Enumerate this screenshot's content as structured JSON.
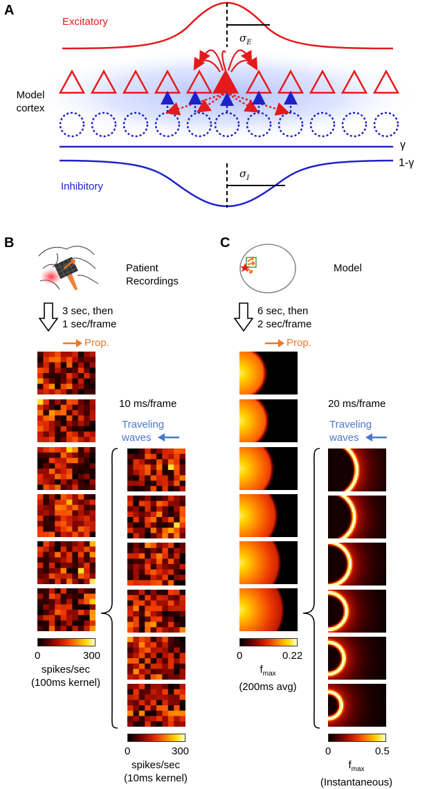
{
  "panel_a": {
    "letter": "A",
    "excitatory_label": "Excitatory",
    "inhibitory_label": "Inhibitory",
    "model_cortex_label_line1": "Model",
    "model_cortex_label_line2": "cortex",
    "sigma_e": "σ",
    "sigma_e_sub": "E",
    "sigma_i": "σ",
    "sigma_i_sub": "I",
    "gamma_label": "γ",
    "one_minus_gamma_label": "1-γ",
    "excitatory_color": "#e41a1c",
    "inhibitory_color": "#1d22c8"
  },
  "panel_b": {
    "letter": "B",
    "title_line1": "Patient",
    "title_line2": "Recordings",
    "timing_line1": "3 sec, then",
    "timing_line2": "1 sec/frame",
    "prop_label": "Prop.",
    "fast_rate": "10 ms/frame",
    "traveling_line1": "Traveling",
    "traveling_line2": "waves",
    "left_cbar": {
      "min": "0",
      "max": "300",
      "unit": "spikes/sec",
      "kernel": "(100ms kernel)"
    },
    "right_cbar": {
      "min": "0",
      "max": "300",
      "unit": "spikes/sec",
      "kernel": "(10ms kernel)"
    }
  },
  "panel_c": {
    "letter": "C",
    "title": "Model",
    "timing_line1": "6 sec, then",
    "timing_line2": "2 sec/frame",
    "prop_label": "Prop.",
    "fast_rate": "20 ms/frame",
    "traveling_line1": "Traveling",
    "traveling_line2": "waves",
    "left_cbar": {
      "min": "0",
      "max": "0.22",
      "unit": "f",
      "unit_sub": "max",
      "kernel": "(200ms avg)"
    },
    "right_cbar": {
      "min": "0",
      "max": "0.5",
      "unit": "f",
      "unit_sub": "max",
      "kernel": "(Instantaneous)"
    }
  },
  "colors": {
    "prop_arrow": "#e8782a",
    "wave_arrow": "#4a78c9"
  }
}
